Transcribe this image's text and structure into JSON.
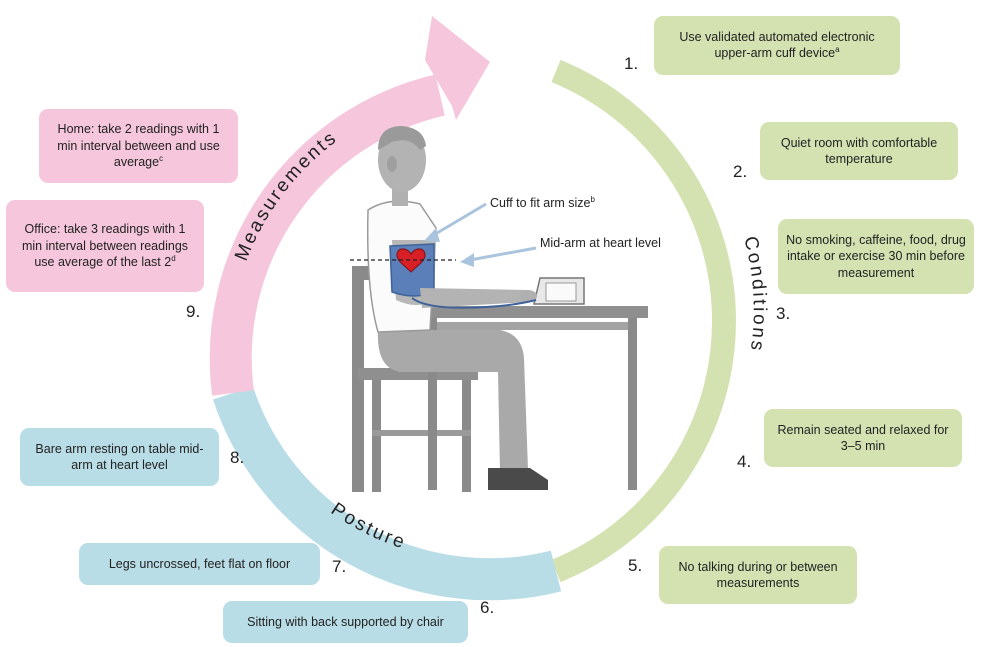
{
  "steps": [
    {
      "number": "1.",
      "text": "Use validated automated electronic upper-arm cuff device",
      "sup": "a"
    },
    {
      "number": "2.",
      "text": "Quiet room with comfortable temperature",
      "sup": ""
    },
    {
      "number": "3.",
      "text": "No smoking, caffeine, food, drug intake or exercise 30 min before measurement",
      "sup": ""
    },
    {
      "number": "4.",
      "text": "Remain seated and relaxed for 3–5 min",
      "sup": ""
    },
    {
      "number": "5.",
      "text": "No talking during or between measurements",
      "sup": ""
    },
    {
      "number": "6.",
      "text": "Sitting with back supported by chair",
      "sup": ""
    },
    {
      "number": "7.",
      "text": "Legs uncrossed, feet flat on floor",
      "sup": ""
    },
    {
      "number": "8.",
      "text": "Bare arm resting on table mid-arm at heart level",
      "sup": ""
    },
    {
      "number": "9.",
      "text_home": "Home: take 2 readings with 1 min interval between and use average",
      "sup_home": "c",
      "text_office": "Office: take 3 readings with 1 min interval between readings use average of the last 2",
      "sup_office": "d"
    }
  ],
  "sections": {
    "measurements": "Measurements",
    "conditions": "Conditions",
    "posture": "Posture"
  },
  "annotations": {
    "cuff": "Cuff to fit arm size",
    "cuff_sup": "b",
    "midarm": "Mid-arm at heart level"
  },
  "colors": {
    "green": "#d4e2b2",
    "pink": "#f6c7dc",
    "blue": "#b9dde6",
    "arrow": "#a9c4dc"
  }
}
